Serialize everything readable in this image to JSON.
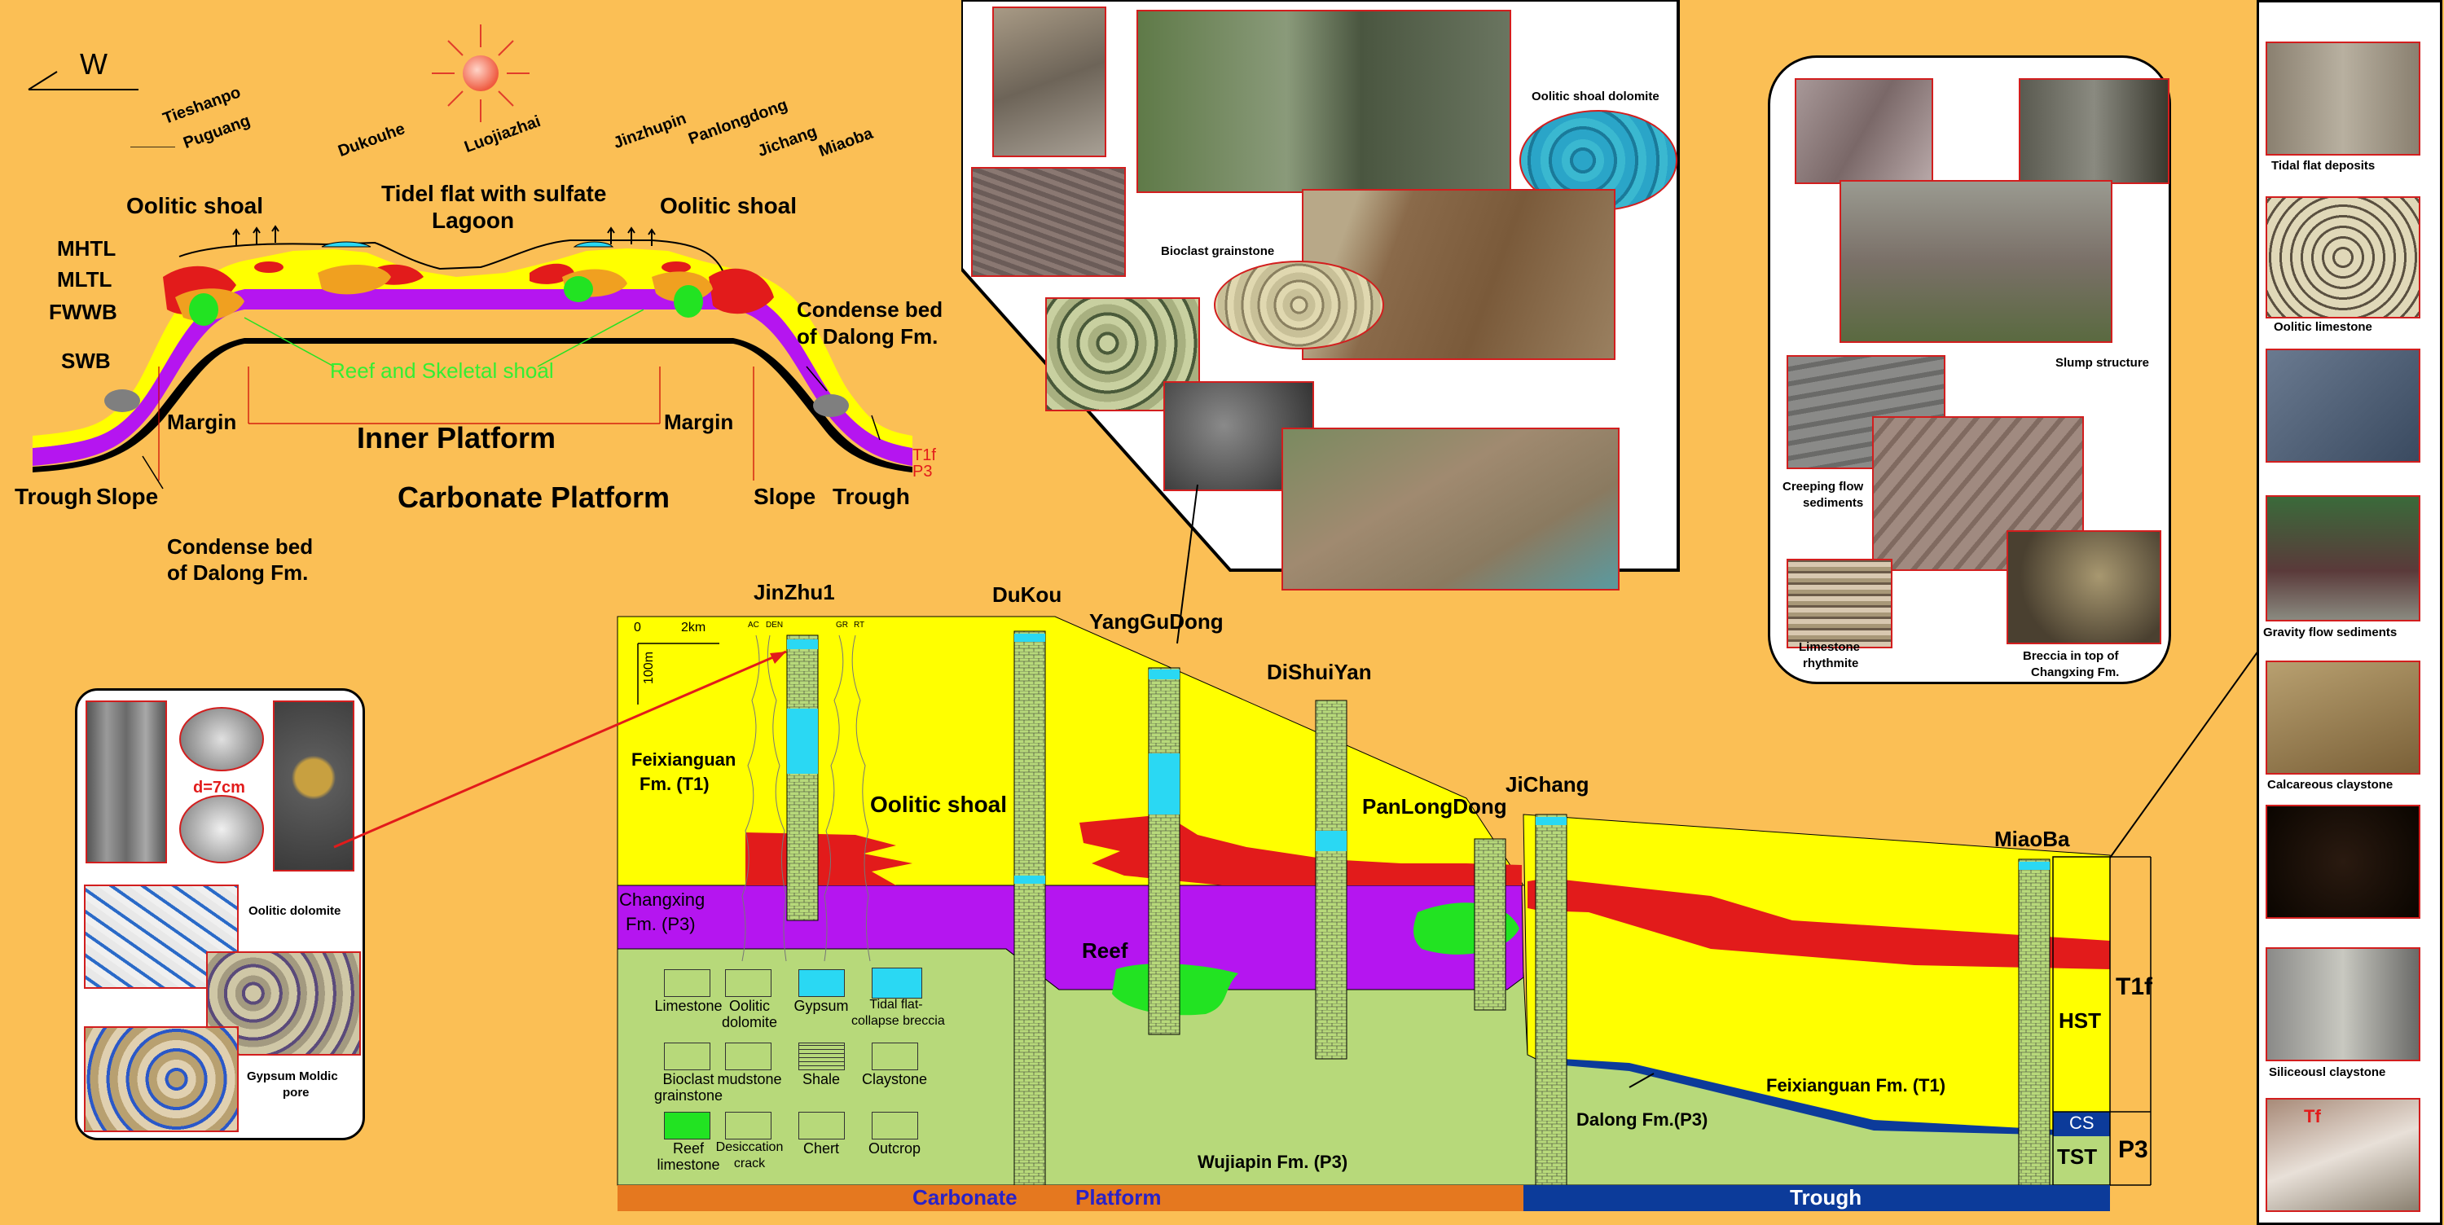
{
  "compass": {
    "direction": "W"
  },
  "top_diagram": {
    "facies_labels": [
      "MHTL",
      "MLTL",
      "FWWB",
      "SWB"
    ],
    "well_names": [
      "Tieshanpo",
      "Puguang",
      "Dukouhe",
      "Luojiazhai",
      "Jinzhupin",
      "Panlongdong",
      "Jichang",
      "Miaoba"
    ],
    "oolitic_shoal_left": "Oolitic shoal",
    "oolitic_shoal_right": "Oolitic shoal",
    "tidal_flat_line1": "Tidel flat with sulfate",
    "tidal_flat_line2": "Lagoon",
    "reef_shoal": "Reef and Skeletal shoal",
    "margin_left": "Margin",
    "margin_right": "Margin",
    "inner_platform": "Inner Platform",
    "carbonate_platform": "Carbonate Platform",
    "trough_left": "Trough",
    "slope_left": "Slope",
    "slope_right": "Slope",
    "trough_right": "Trough",
    "condense_left_l1": "Condense bed",
    "condense_left_l2": "of Dalong Fm.",
    "condense_right_l1": "Condense bed",
    "condense_right_l2": "of Dalong Fm.",
    "t1f": "T1f",
    "p3": "P3"
  },
  "left_panel": {
    "d_label": "d=7cm",
    "oolitic_dolomite": "Oolitic dolomite",
    "gypsum_moldic_l1": "Gypsum Moldic",
    "gypsum_moldic_l2": "pore"
  },
  "center_panel": {
    "oolitic_shoal_dolomite": "Oolitic shoal dolomite",
    "bioclast_grainstone": "Bioclast grainstone"
  },
  "right_panel": {
    "slump": "Slump structure",
    "creeping_l1": "Creeping flow",
    "creeping_l2": "sediments",
    "limestone_l1": "Limestone",
    "limestone_l2": "rhythmite",
    "breccia_l1": "Breccia in top of",
    "breccia_l2": "Changxing Fm."
  },
  "far_right_panel": {
    "captions": [
      "Tidal flat deposits",
      "Oolitic limestone",
      "Gravity flow   sediments",
      "Calcareous   claystone",
      "Siliceousl   claystone"
    ],
    "tf_label": "Tf"
  },
  "cross_section": {
    "wells": [
      "JinZhu1",
      "DuKou",
      "YangGuDong",
      "DiShuiYan",
      "PanLongDong",
      "JiChang",
      "MiaoBa"
    ],
    "scale_zero": "0",
    "scale_km": "2km",
    "scale_m": "100m",
    "log_labels": [
      "AC",
      "DEN",
      "GR",
      "RT"
    ],
    "feixianguan_l1": "Feixianguan",
    "feixianguan_l2": "Fm.  (T1)",
    "oolitic_shoal": "Oolitic shoal",
    "changxing_l1": "Changxing",
    "changxing_l2": "Fm.  (P3)",
    "reef": "Reef",
    "wujiapin": "Wujiapin Fm. (P3)",
    "dalong": "Dalong Fm.(P3)",
    "feixianguan_right": "Feixianguan  Fm.  (T1)",
    "hst": "HST",
    "tst": "TST",
    "cs": "CS",
    "t1f": "T1f",
    "p3": "P3",
    "bottom_platform_word1": "Carbonate",
    "bottom_platform_word2": "Platform",
    "bottom_trough": "Trough"
  },
  "legend": {
    "items": [
      {
        "l1": "Limestone",
        "l2": ""
      },
      {
        "l1": "Oolitic",
        "l2": "dolomite"
      },
      {
        "l1": "Gypsum",
        "l2": ""
      },
      {
        "l1": "Tidal flat-",
        "l2": "collapse breccia"
      },
      {
        "l1": "Bioclast",
        "l2": "grainstone"
      },
      {
        "l1": "mudstone",
        "l2": ""
      },
      {
        "l1": "Shale",
        "l2": ""
      },
      {
        "l1": "Claystone",
        "l2": ""
      },
      {
        "l1": "Reef",
        "l2": "limestone"
      },
      {
        "l1": "Desiccation",
        "l2": "crack"
      },
      {
        "l1": "Chert",
        "l2": ""
      },
      {
        "l1": "Outcrop",
        "l2": ""
      }
    ]
  },
  "colors": {
    "background": "#fbbf55",
    "yellow": "#ffff00",
    "purple": "#b515f0",
    "red": "#e21b1b",
    "green": "#22e322",
    "light_green": "#b7d97a",
    "cyan": "#2ad8f3",
    "orange_band": "#e5781f",
    "blue_band": "#0c3b9a"
  }
}
